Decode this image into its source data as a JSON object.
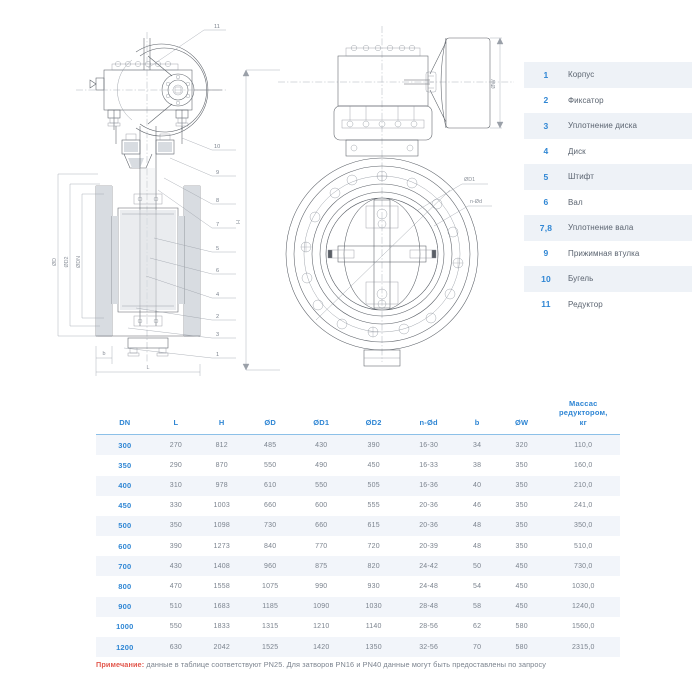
{
  "legend": {
    "title": "Parts legend",
    "items": [
      {
        "num": "1",
        "label": "Корпус"
      },
      {
        "num": "2",
        "label": "Фиксатор"
      },
      {
        "num": "3",
        "label": "Уплотнение диска"
      },
      {
        "num": "4",
        "label": "Диск"
      },
      {
        "num": "5",
        "label": "Штифт"
      },
      {
        "num": "6",
        "label": "Вал"
      },
      {
        "num": "7,8",
        "label": "Уплотнение вала"
      },
      {
        "num": "9",
        "label": "Прижимная втулка"
      },
      {
        "num": "10",
        "label": "Бугель"
      },
      {
        "num": "11",
        "label": "Редуктор"
      }
    ]
  },
  "drawing": {
    "section_view_callouts": [
      "11",
      "10",
      "9",
      "8",
      "7",
      "5",
      "6",
      "4",
      "2",
      "3",
      "1"
    ],
    "dimension_labels": {
      "outer_diameter": "ØD",
      "bolt_circle_2": "ØD2",
      "nominal_bore": "ØDN",
      "height": "H",
      "length": "L",
      "flange_thickness": "b",
      "handwheel_diameter": "ØW",
      "bolt_circle_1": "ØD1",
      "holes": "n-Ød"
    }
  },
  "table": {
    "headers": [
      "DN",
      "L",
      "H",
      "ØD",
      "ØD1",
      "ØD2",
      "n-Ød",
      "b",
      "ØW",
      "Массас редуктором, кг"
    ],
    "header_mass_lines": [
      "Массас",
      "редуктором,",
      "кг"
    ],
    "rows": [
      {
        "dn": "300",
        "l": "270",
        "h": "812",
        "d": "485",
        "d1": "430",
        "d2": "390",
        "nd": "16-30",
        "b": "34",
        "w": "320",
        "mass": "110,0"
      },
      {
        "dn": "350",
        "l": "290",
        "h": "870",
        "d": "550",
        "d1": "490",
        "d2": "450",
        "nd": "16-33",
        "b": "38",
        "w": "350",
        "mass": "160,0"
      },
      {
        "dn": "400",
        "l": "310",
        "h": "978",
        "d": "610",
        "d1": "550",
        "d2": "505",
        "nd": "16-36",
        "b": "40",
        "w": "350",
        "mass": "210,0"
      },
      {
        "dn": "450",
        "l": "330",
        "h": "1003",
        "d": "660",
        "d1": "600",
        "d2": "555",
        "nd": "20-36",
        "b": "46",
        "w": "350",
        "mass": "241,0"
      },
      {
        "dn": "500",
        "l": "350",
        "h": "1098",
        "d": "730",
        "d1": "660",
        "d2": "615",
        "nd": "20-36",
        "b": "48",
        "w": "350",
        "mass": "350,0"
      },
      {
        "dn": "600",
        "l": "390",
        "h": "1273",
        "d": "840",
        "d1": "770",
        "d2": "720",
        "nd": "20-39",
        "b": "48",
        "w": "350",
        "mass": "510,0"
      },
      {
        "dn": "700",
        "l": "430",
        "h": "1408",
        "d": "960",
        "d1": "875",
        "d2": "820",
        "nd": "24-42",
        "b": "50",
        "w": "450",
        "mass": "730,0"
      },
      {
        "dn": "800",
        "l": "470",
        "h": "1558",
        "d": "1075",
        "d1": "990",
        "d2": "930",
        "nd": "24-48",
        "b": "54",
        "w": "450",
        "mass": "1030,0"
      },
      {
        "dn": "900",
        "l": "510",
        "h": "1683",
        "d": "1185",
        "d1": "1090",
        "d2": "1030",
        "nd": "28-48",
        "b": "58",
        "w": "450",
        "mass": "1240,0"
      },
      {
        "dn": "1000",
        "l": "550",
        "h": "1833",
        "d": "1315",
        "d1": "1210",
        "d2": "1140",
        "nd": "28-56",
        "b": "62",
        "w": "580",
        "mass": "1560,0"
      },
      {
        "dn": "1200",
        "l": "630",
        "h": "2042",
        "d": "1525",
        "d1": "1420",
        "d2": "1350",
        "nd": "32-56",
        "b": "70",
        "w": "580",
        "mass": "2315,0"
      }
    ]
  },
  "note": {
    "label": "Примечание:",
    "text": " данные в таблице соответствуют PN25. Для затворов PN16 и PN40 данные могут быть предоставлены по запросу"
  },
  "colors": {
    "accent_blue": "#2f86d4",
    "header_rule": "#8cc0e8",
    "row_alt": "#f2f5fa",
    "legend_alt": "#eef2f7",
    "note_label": "#e2574c",
    "body_text": "#7b838e",
    "line": "#5a5f66"
  }
}
